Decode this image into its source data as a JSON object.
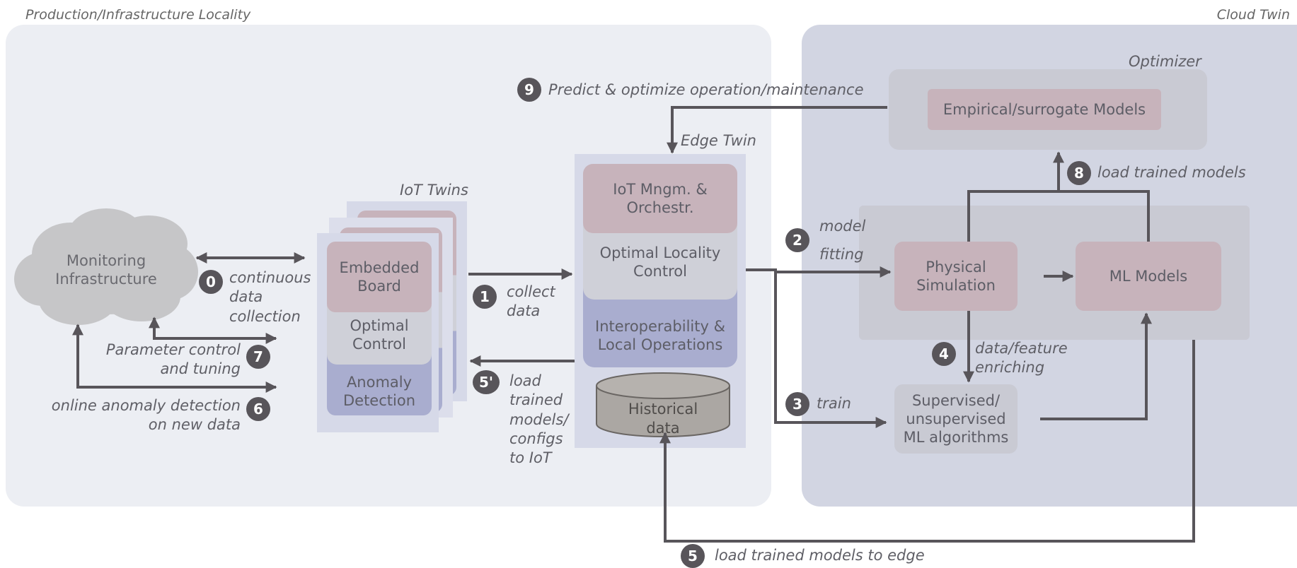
{
  "regions": {
    "left_title": "Production/Infrastructure Locality",
    "right_title": "Cloud Twin"
  },
  "monitoring": {
    "label": "Monitoring Infrastructure"
  },
  "iot_twins": {
    "title": "IoT Twins",
    "embedded_board": "Embedded Board",
    "optimal_control": "Optimal Control",
    "anomaly_detection": "Anomaly Detection"
  },
  "edge_twin": {
    "title": "Edge Twin",
    "iot_mngm": "IoT Mngm. & Orchestr.",
    "optimal_locality": "Optimal Locality Control",
    "interoperability": "Interoperability & Local Operations",
    "historical": "Historical data"
  },
  "cloud": {
    "optimizer_title": "Optimizer",
    "empirical": "Empirical/surrogate Models",
    "physical_sim": "Physical Simulation",
    "ml_models": "ML Models",
    "supervised": "Supervised/ unsupervised ML algorithms"
  },
  "steps": {
    "s0": {
      "num": "0",
      "text": "continuous data collection"
    },
    "s1": {
      "num": "1",
      "text": "collect data"
    },
    "s2": {
      "num": "2",
      "text_a": "model",
      "text_b": "fitting"
    },
    "s3": {
      "num": "3",
      "text": "train"
    },
    "s4": {
      "num": "4",
      "text": "data/feature enriching"
    },
    "s5": {
      "num": "5",
      "text": "load trained models to edge"
    },
    "s5p": {
      "num": "5'",
      "text": "load trained models/ configs to IoT"
    },
    "s6": {
      "num": "6",
      "text": "online anomaly detection on new data"
    },
    "s7": {
      "num": "7",
      "text": "Parameter control and tuning"
    },
    "s8": {
      "num": "8",
      "text": "load trained models"
    },
    "s9": {
      "num": "9",
      "text": "Predict & optimize operation/maintenance"
    }
  }
}
